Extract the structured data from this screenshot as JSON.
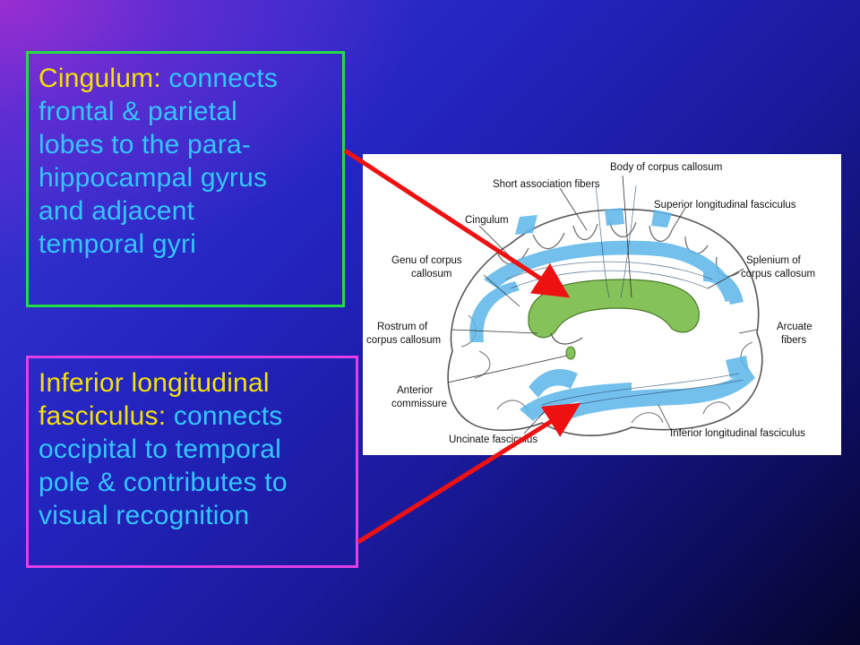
{
  "box1": {
    "term": "Cingulum:",
    "lines": [
      "connects",
      "frontal & parietal",
      "lobes to the para-",
      "hippocampal gyrus",
      "and adjacent",
      "temporal gyri"
    ]
  },
  "box2": {
    "term_line1": "Inferior longitudinal",
    "term_line2": "fasciculus:",
    "lines": [
      "connects",
      "occipital to temporal",
      "pole & contributes to",
      "visual recognition"
    ]
  },
  "figure": {
    "labels": {
      "body_cc": "Body of corpus callosum",
      "short_assoc": "Short association fibers",
      "superior_long": "Superior longitudinal fasciculus",
      "cingulum": "Cingulum",
      "genu_1": "Genu of corpus",
      "genu_2": "callosum",
      "splenium_1": "Splenium of",
      "splenium_2": "corpus callosum",
      "rostrum_1": "Rostrum of",
      "rostrum_2": "corpus callosum",
      "arcuate_1": "Arcuate",
      "arcuate_2": "fibers",
      "anterior_1": "Anterior",
      "anterior_2": "commissure",
      "uncinate": "Uncinate fasciculus",
      "inferior_long": "Inferior longitudinal fasciculus"
    }
  },
  "colors": {
    "term_yellow": "#f4e10a",
    "text_cyan": "#33c6ff",
    "box1_border": "#22dd44",
    "box2_border": "#e040e8",
    "arrow_red": "#ee1111",
    "fiber_blue": "#5bb6ea",
    "corpus_green": "#86c25a"
  }
}
